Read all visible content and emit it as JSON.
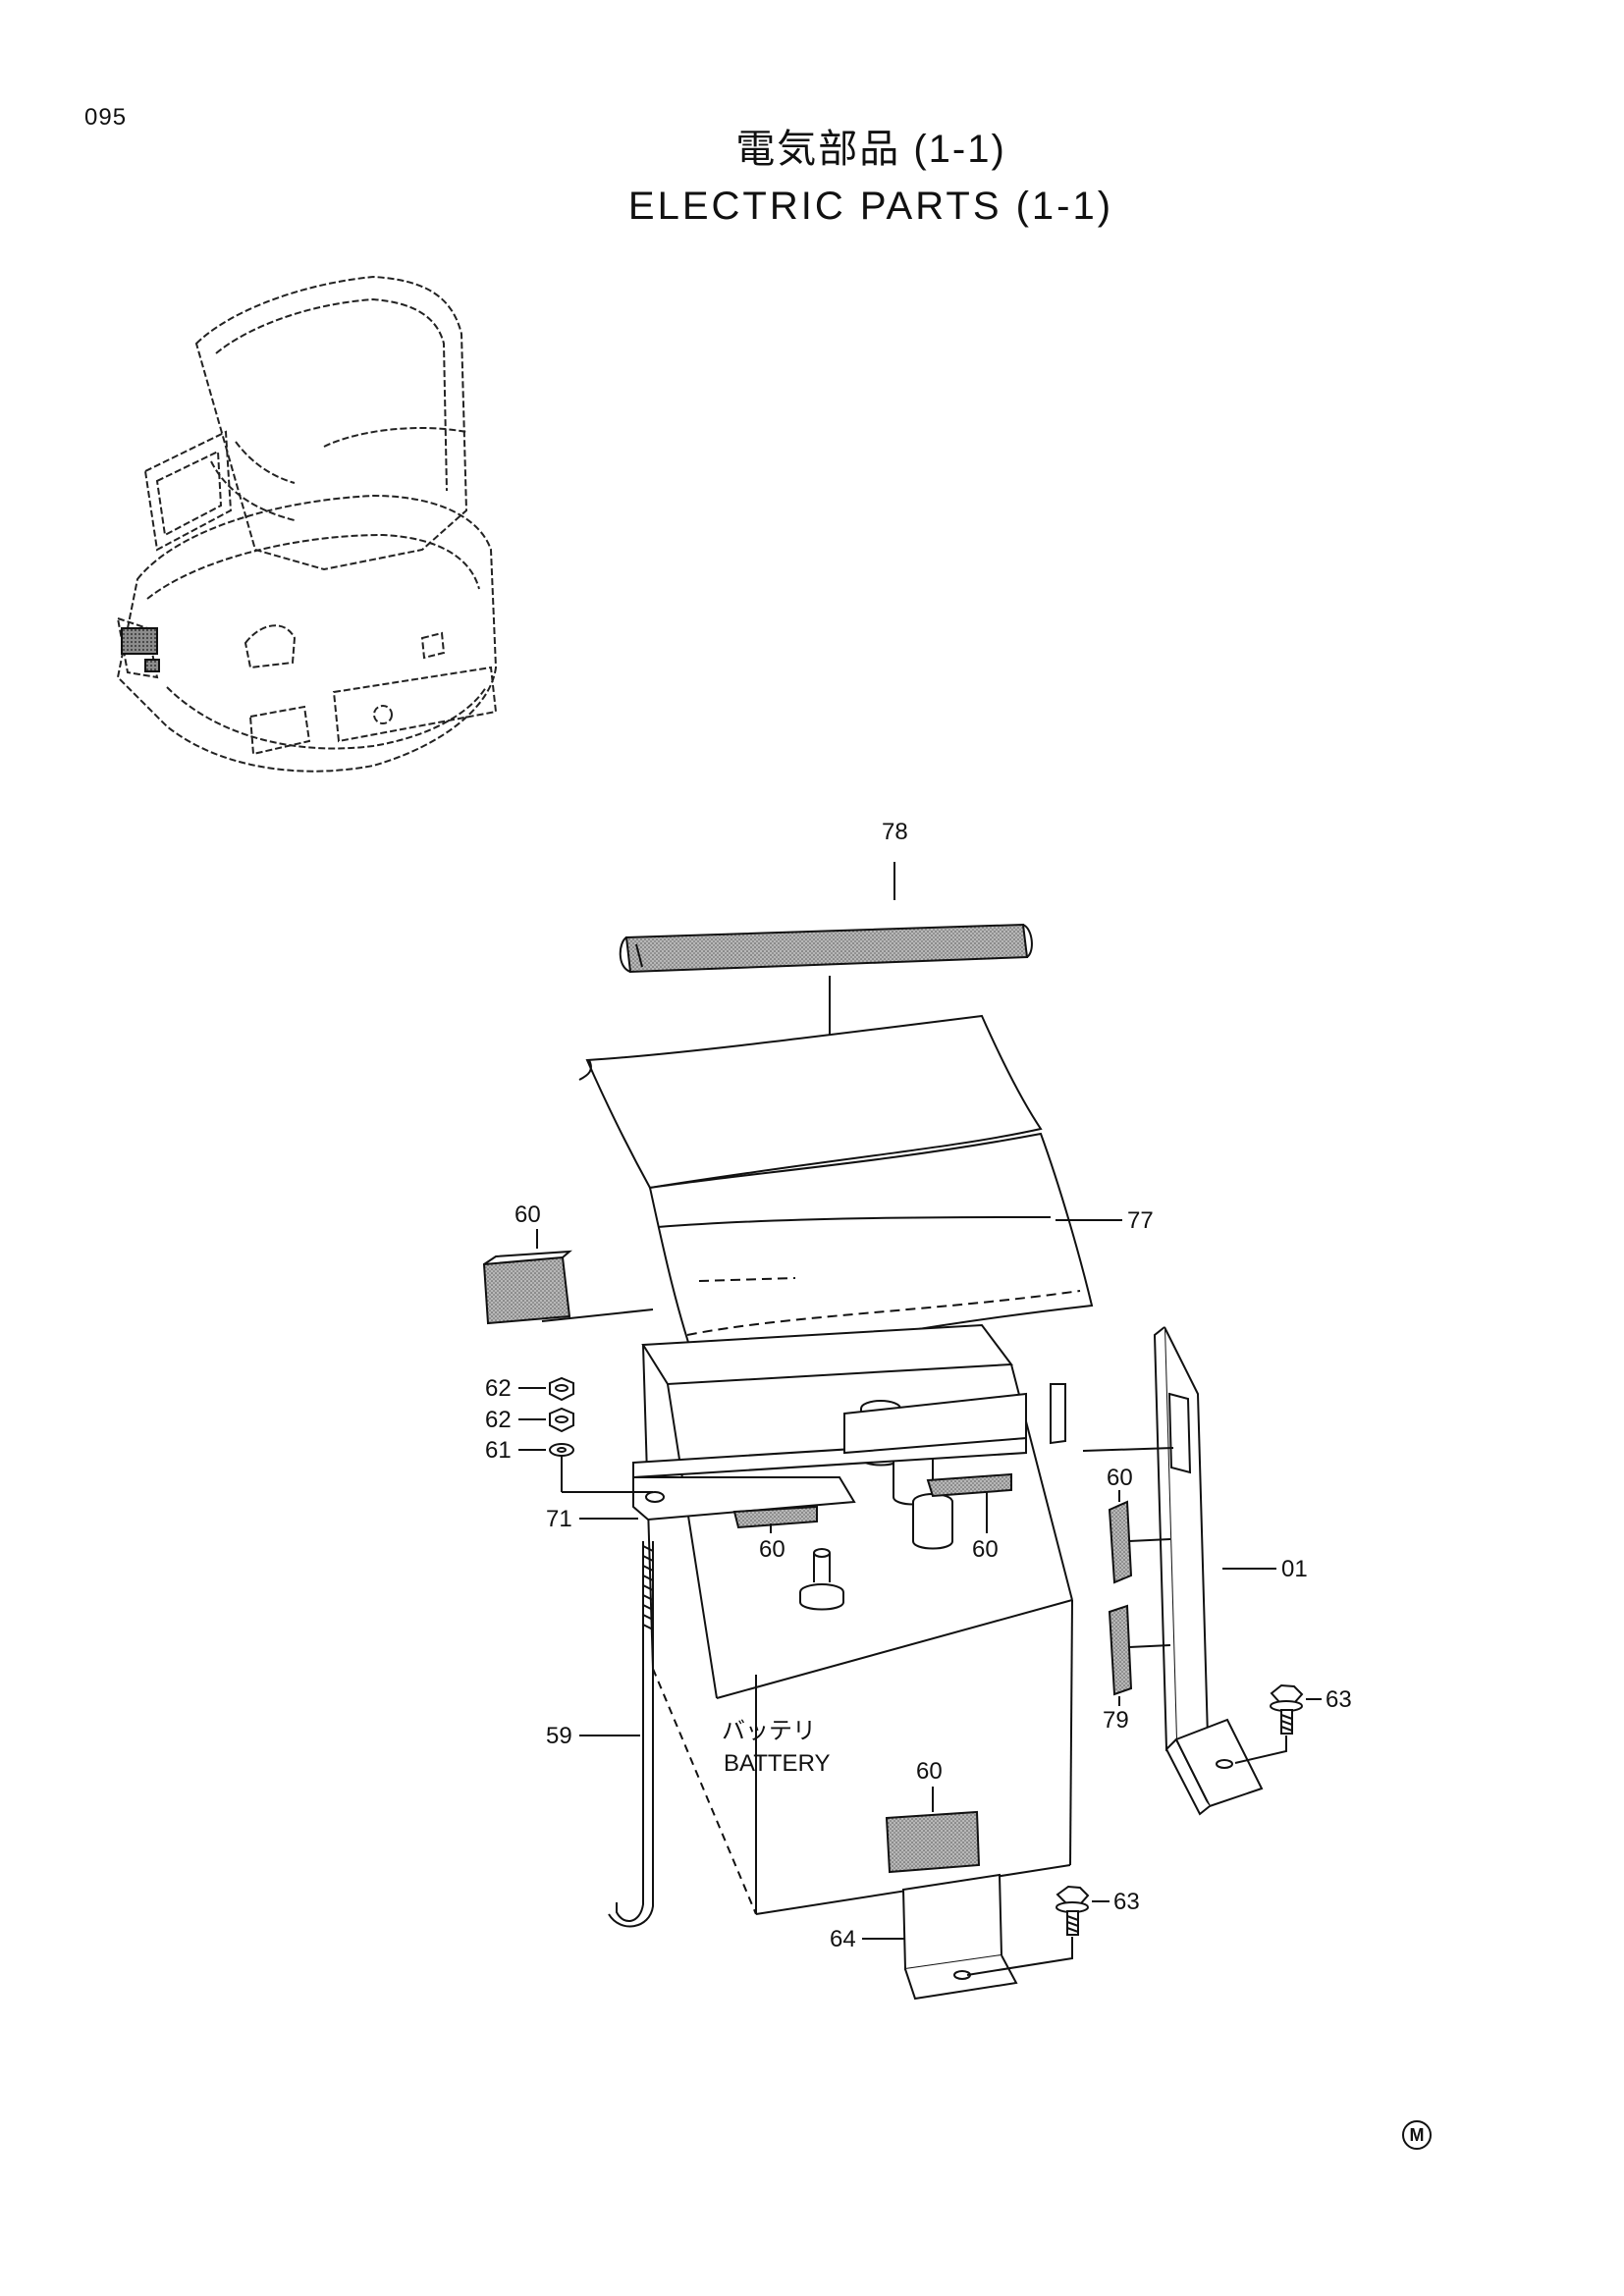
{
  "page": {
    "number": "095",
    "title_jp": "電気部品 (1-1)",
    "title_en": "ELECTRIC PARTS (1-1)",
    "mark": "M"
  },
  "battery": {
    "label_jp": "バッテリ",
    "label_en": "BATTERY"
  },
  "callouts": {
    "c78": "78",
    "c77": "77",
    "c60_left": "60",
    "c62_a": "62",
    "c62_b": "62",
    "c61": "61",
    "c71": "71",
    "c60_bottom_left": "60",
    "c60_bottom_mid": "60",
    "c60_right": "60",
    "c01": "01",
    "c79": "79",
    "c63_upper": "63",
    "c59": "59",
    "c60_battery": "60",
    "c63_lower": "63",
    "c64": "64"
  }
}
